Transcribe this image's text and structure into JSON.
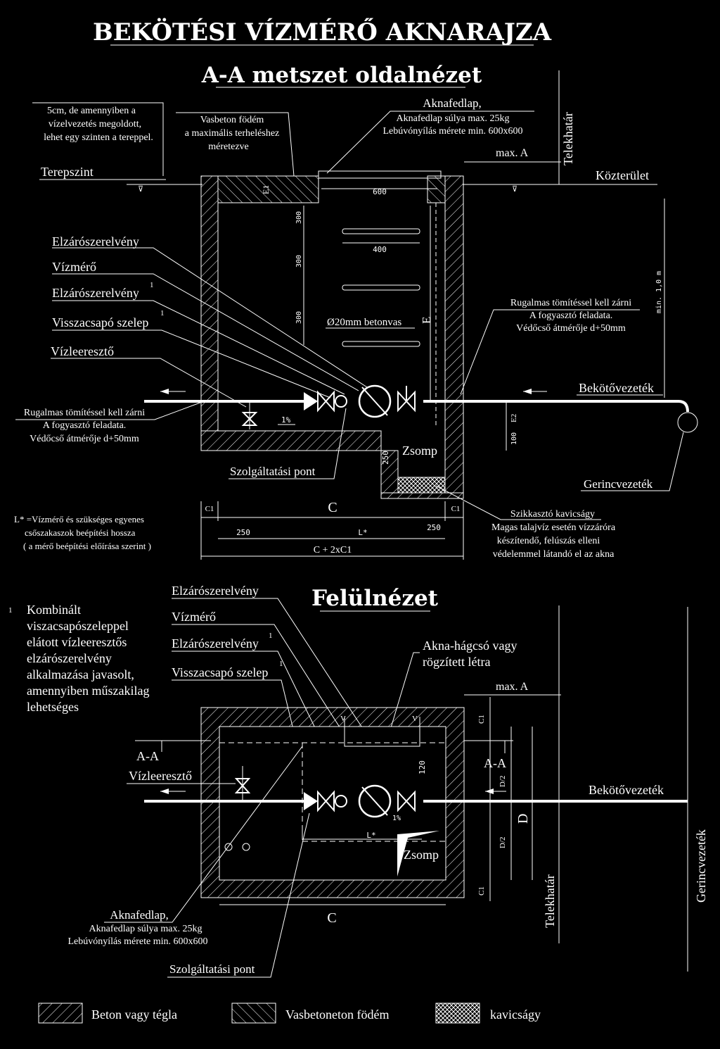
{
  "title": "BEKÖTÉSI VÍZMÉRŐ AKNARAJZA",
  "section_title": "A-A metszet oldalnézet",
  "top_view_title": "Felülnézet",
  "notes": {
    "terrain_note": [
      "5cm, de amennyiben a",
      "vízelvezetés megoldott,",
      "lehet egy szinten a tereppel."
    ],
    "slab_note": [
      "Vasbeton födém",
      "a maximális terheléshez",
      "méretezve"
    ],
    "cover_title": "Aknafedlap,",
    "cover_lines": [
      "Aknafedlap súlya max. 25kg",
      "Lebúvónyílás mérete min. 600x600"
    ],
    "terepszint": "Terepszint",
    "kozterulet": "Közterület",
    "telekhatar": "Telekhatár",
    "max_a": "max. A",
    "seal_right": [
      "Rugalmas tömítéssel kell zárni",
      "A fogyasztó feladata.",
      "Védőcső átmérője d+50mm"
    ],
    "seal_left": [
      "Rugalmas tömítéssel kell zárni",
      "A fogyasztó feladata.",
      "Védőcső átmérője d+50mm"
    ],
    "rebar": "Ø20mm betonvas",
    "bekoto": "Bekötővezeték",
    "gerinc": "Gerincvezeték",
    "zsomp": "Zsomp",
    "szolg": "Szolgáltatási pont",
    "gravel": [
      "Szikkasztó kavicságy",
      "Magas talajvíz esetén vízzáróra",
      "készítendő, felúszás elleni",
      "védelemmel látandó el az akna"
    ],
    "lstar": [
      "L* =Vízmérő és szükséges egyenes",
      "csőszakaszok beépítési hossza",
      "( a mérő beépítési előírása szerint )"
    ],
    "footnote": [
      "Kombinált",
      "viszacsapószeleppel",
      "elátott vízleeresztős",
      "elzárószerelvény",
      "alkalmazása javasolt,",
      "amennyiben műszakilag",
      "lehetséges"
    ],
    "ladder": [
      "Akna-hágcsó vagy",
      "rögzített létra"
    ],
    "aa": "A-A"
  },
  "labels": {
    "elzaro": "Elzárószerelvény",
    "vizmero": "Vízmérő",
    "elzaro1": "Elzárószerelvény",
    "visszacsapo": "Visszacsapó szelep",
    "vizleereszto": "Vízleeresztő",
    "sup": "1"
  },
  "dims": {
    "d600": "600",
    "d400": "400",
    "d300": "300",
    "d250": "250",
    "d100": "100",
    "e": "E",
    "e1": "E1",
    "e2": "E2",
    "c": "C",
    "c1": "C1",
    "cc": "C + 2xC1",
    "lstar": "L*",
    "minm": "min. 1,0 m",
    "slope": "1%",
    "d120": "120",
    "D": "D",
    "D2": "D/2"
  },
  "legend": [
    "Beton vagy tégla",
    "Vasbetoneton födém",
    "kavicságy"
  ]
}
